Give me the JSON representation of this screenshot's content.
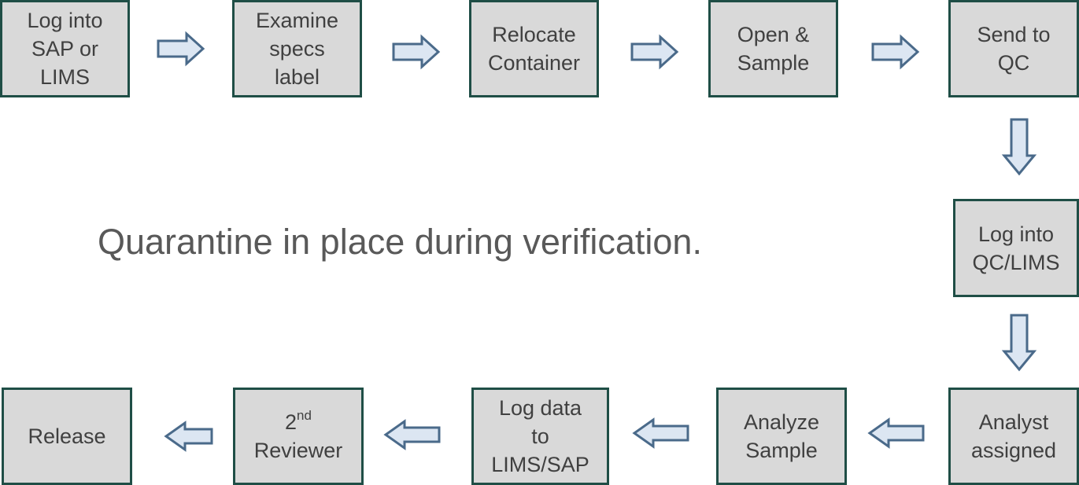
{
  "steps": {
    "log_into_sap": {
      "lines": [
        "Log into",
        "SAP or",
        "LIMS"
      ]
    },
    "examine_specs": {
      "lines": [
        "Examine",
        "specs",
        "label"
      ]
    },
    "relocate_container": {
      "lines": [
        "Relocate",
        "Container"
      ]
    },
    "open_sample": {
      "lines": [
        "Open &",
        "Sample"
      ]
    },
    "send_to_qc": {
      "lines": [
        "Send to",
        "QC"
      ]
    },
    "log_into_qc": {
      "lines": [
        "Log into",
        "QC/LIMS"
      ]
    },
    "analyst_assigned": {
      "lines": [
        "Analyst",
        "assigned"
      ]
    },
    "analyze_sample": {
      "lines": [
        "Analyze",
        "Sample"
      ]
    },
    "log_data": {
      "lines": [
        "Log data",
        "to",
        "LIMS/SAP"
      ]
    },
    "second_reviewer": {
      "sup_base": "2",
      "sup": "nd",
      "line2": "Reviewer"
    },
    "release": {
      "lines": [
        "Release"
      ]
    }
  },
  "note": "Quarantine in place during verification.",
  "colors": {
    "box_fill": "#d9d9d9",
    "box_border": "#1f4e46",
    "arrow_fill": "#dce6f2",
    "arrow_stroke": "#4a6a8a",
    "text": "#404040",
    "note_text": "#595959"
  }
}
